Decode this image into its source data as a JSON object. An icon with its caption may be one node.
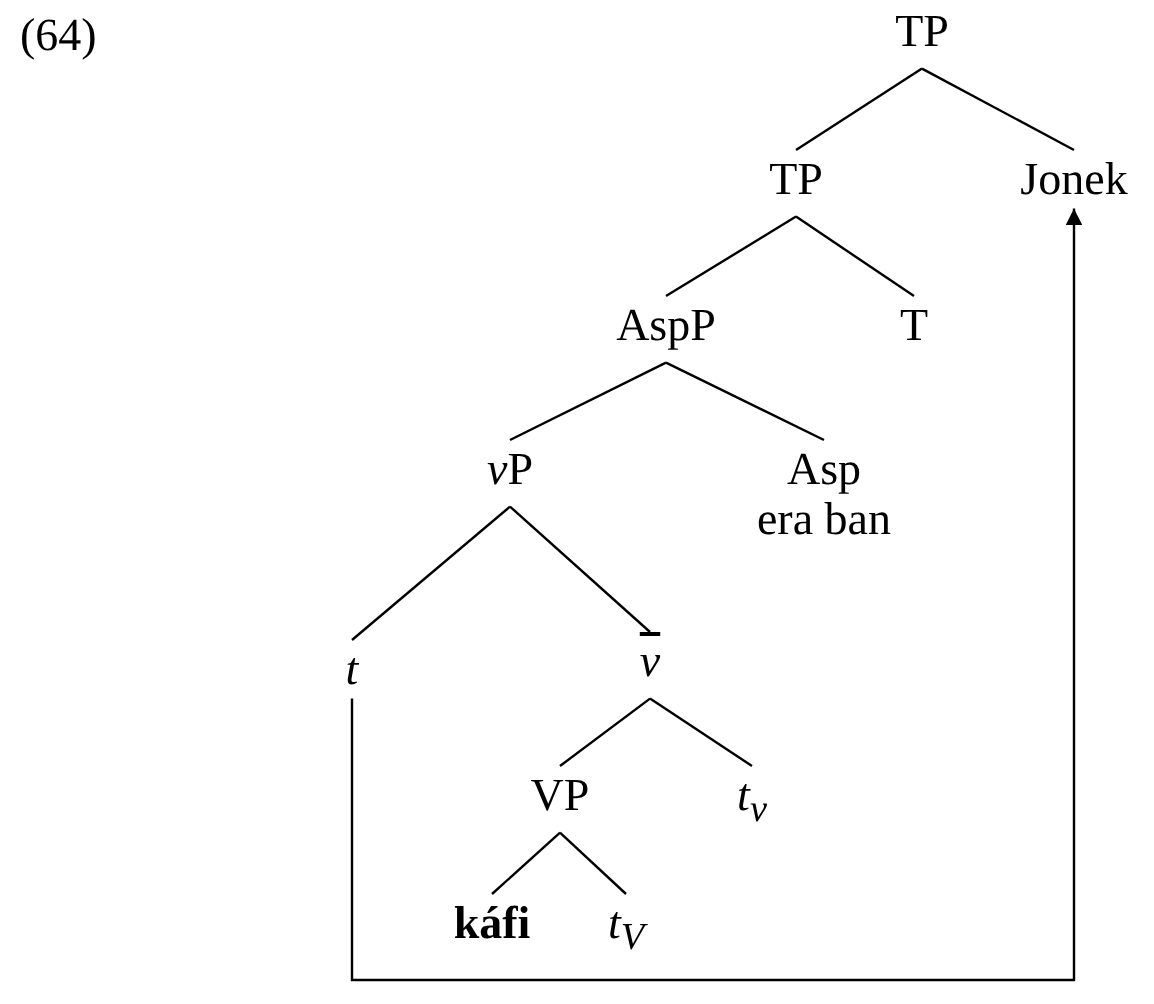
{
  "diagram": {
    "nodes": [
      {
        "text": [
          "TP"
        ]
      },
      {
        "text": [
          "TP"
        ]
      },
      {
        "text": [
          "Jonek"
        ]
      },
      {
        "text": [
          "AspP"
        ]
      },
      {
        "text": [
          "T"
        ]
      },
      {
        "text": [
          "vP"
        ]
      },
      {
        "text": [
          "Asp",
          "era ban"
        ]
      },
      {
        "text": [
          "t"
        ]
      },
      {
        "text": [
          "v"
        ]
      },
      {
        "text": [
          "VP"
        ]
      },
      {
        "text": [
          "t$_{v}$"
        ]
      },
      {
        "text": [
          "káfi"
        ]
      },
      {
        "text": [
          "t$_{V}$"
        ]
      }
    ],
    "edges": [
      {
        "from": 0,
        "to": 1,
        "arrow": "none"
      },
      {
        "from": 0,
        "to": 2,
        "arrow": "none"
      },
      {
        "from": 1,
        "to": 3,
        "arrow": "none"
      },
      {
        "from": 1,
        "to": 4,
        "arrow": "none"
      },
      {
        "from": 3,
        "to": 5,
        "arrow": "none"
      },
      {
        "from": 3,
        "to": 6,
        "arrow": "none"
      },
      {
        "from": 5,
        "to": 7,
        "arrow": "none"
      },
      {
        "from": 5,
        "to": 8,
        "arrow": "none"
      },
      {
        "from": 8,
        "to": 9,
        "arrow": "none"
      },
      {
        "from": 8,
        "to": 10,
        "arrow": "none"
      },
      {
        "from": 9,
        "to": 11,
        "arrow": "none"
      },
      {
        "from": 9,
        "to": 12,
        "arrow": "none"
      },
      {
        "from": 7,
        "to": 2,
        "arrow": "to"
      }
    ],
    "labels": [
      "(64)"
    ]
  }
}
